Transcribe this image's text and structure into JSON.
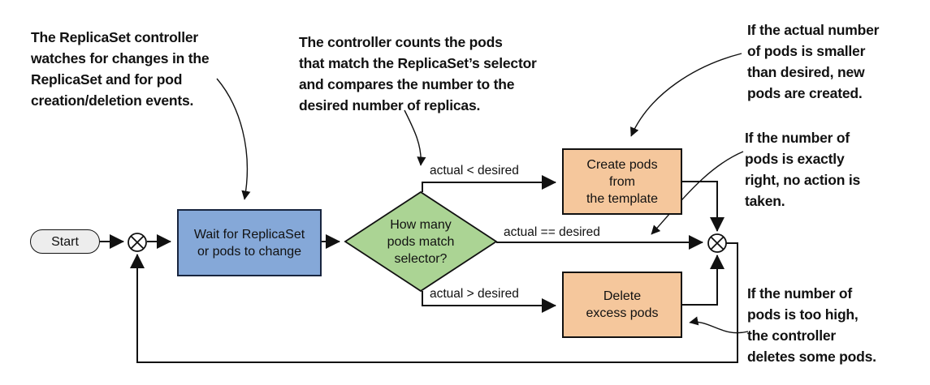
{
  "colors": {
    "process": "#85a8d8",
    "decision": "#abd494",
    "action": "#f5c79c",
    "terminal": "#ededed",
    "line": "#111111",
    "ink": "#111111"
  },
  "nodes": {
    "start": {
      "label": "Start"
    },
    "wait": {
      "label": "Wait for ReplicaSet\nor pods to change"
    },
    "decision": {
      "label": "How many\npods match\nselector?"
    },
    "create": {
      "label": "Create pods\nfrom\nthe template"
    },
    "delete": {
      "label": "Delete\nexcess pods"
    }
  },
  "edge_labels": {
    "less": "actual < desired",
    "equal": "actual == desired",
    "greater": "actual > desired"
  },
  "annotations": {
    "watch": "The ReplicaSet controller\nwatches for changes in the\nReplicaSet and for pod\ncreation/deletion events.",
    "count": "The controller counts the pods\nthat match the ReplicaSet’s selector\nand compares the number to the\ndesired number of replicas.",
    "create": "If the actual number\nof pods is smaller\nthan desired, new\npods are created.",
    "noop": "If the number of\npods is exactly\nright, no action is\ntaken.",
    "delete": "If the number of\npods is too high,\nthe controller\ndeletes some pods."
  }
}
